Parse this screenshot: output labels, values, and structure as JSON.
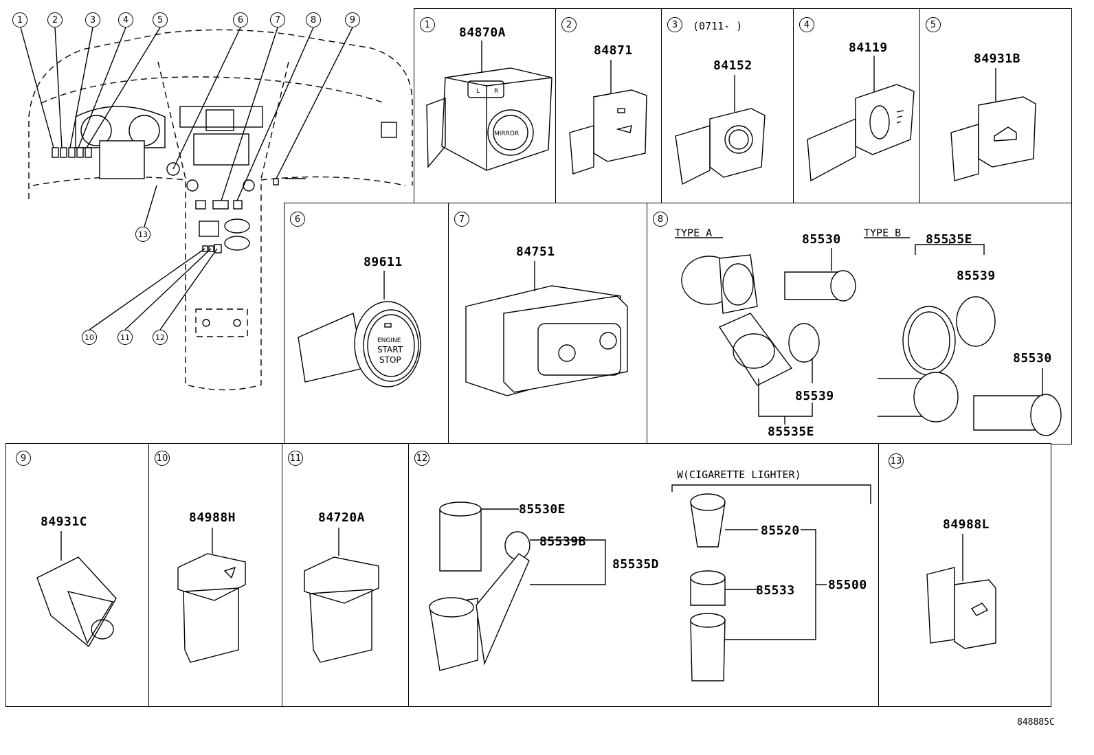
{
  "overview": {
    "callouts": [
      "1",
      "2",
      "3",
      "4",
      "5",
      "6",
      "7",
      "8",
      "9",
      "10",
      "11",
      "12",
      "13"
    ]
  },
  "panels": {
    "p1": {
      "num": "1",
      "part": "84870A",
      "label_text": "MIRROR",
      "label_l": "L",
      "label_r": "R"
    },
    "p2": {
      "num": "2",
      "part": "84871"
    },
    "p3": {
      "num": "3",
      "part": "84152",
      "date_range": "(0711-     )"
    },
    "p4": {
      "num": "4",
      "part": "84119"
    },
    "p5": {
      "num": "5",
      "part": "84931B"
    },
    "p6": {
      "num": "6",
      "part": "89611",
      "btn_line1": "ENGINE",
      "btn_line2": "START",
      "btn_line3": "STOP"
    },
    "p7": {
      "num": "7",
      "part": "84751"
    },
    "p8": {
      "num": "8",
      "type_a": "TYPE A",
      "type_b": "TYPE B",
      "a_85530": "85530",
      "a_85539": "85539",
      "a_85535e": "85535E",
      "b_85535e": "85535E",
      "b_85539": "85539",
      "b_85530": "85530"
    },
    "p9": {
      "num": "9",
      "part": "84931C"
    },
    "p10": {
      "num": "10",
      "part": "84988H"
    },
    "p11": {
      "num": "11",
      "part": "84720A"
    },
    "p12": {
      "num": "12",
      "subtitle": "W(CIGARETTE LIGHTER)",
      "parts": {
        "p85530e": "85530E",
        "p85539b": "85539B",
        "p85535d": "85535D",
        "p85520": "85520",
        "p85533": "85533",
        "p85500": "85500"
      }
    },
    "p13": {
      "num": "13",
      "part": "84988L"
    }
  },
  "footer": {
    "drawing_id": "848885C"
  }
}
